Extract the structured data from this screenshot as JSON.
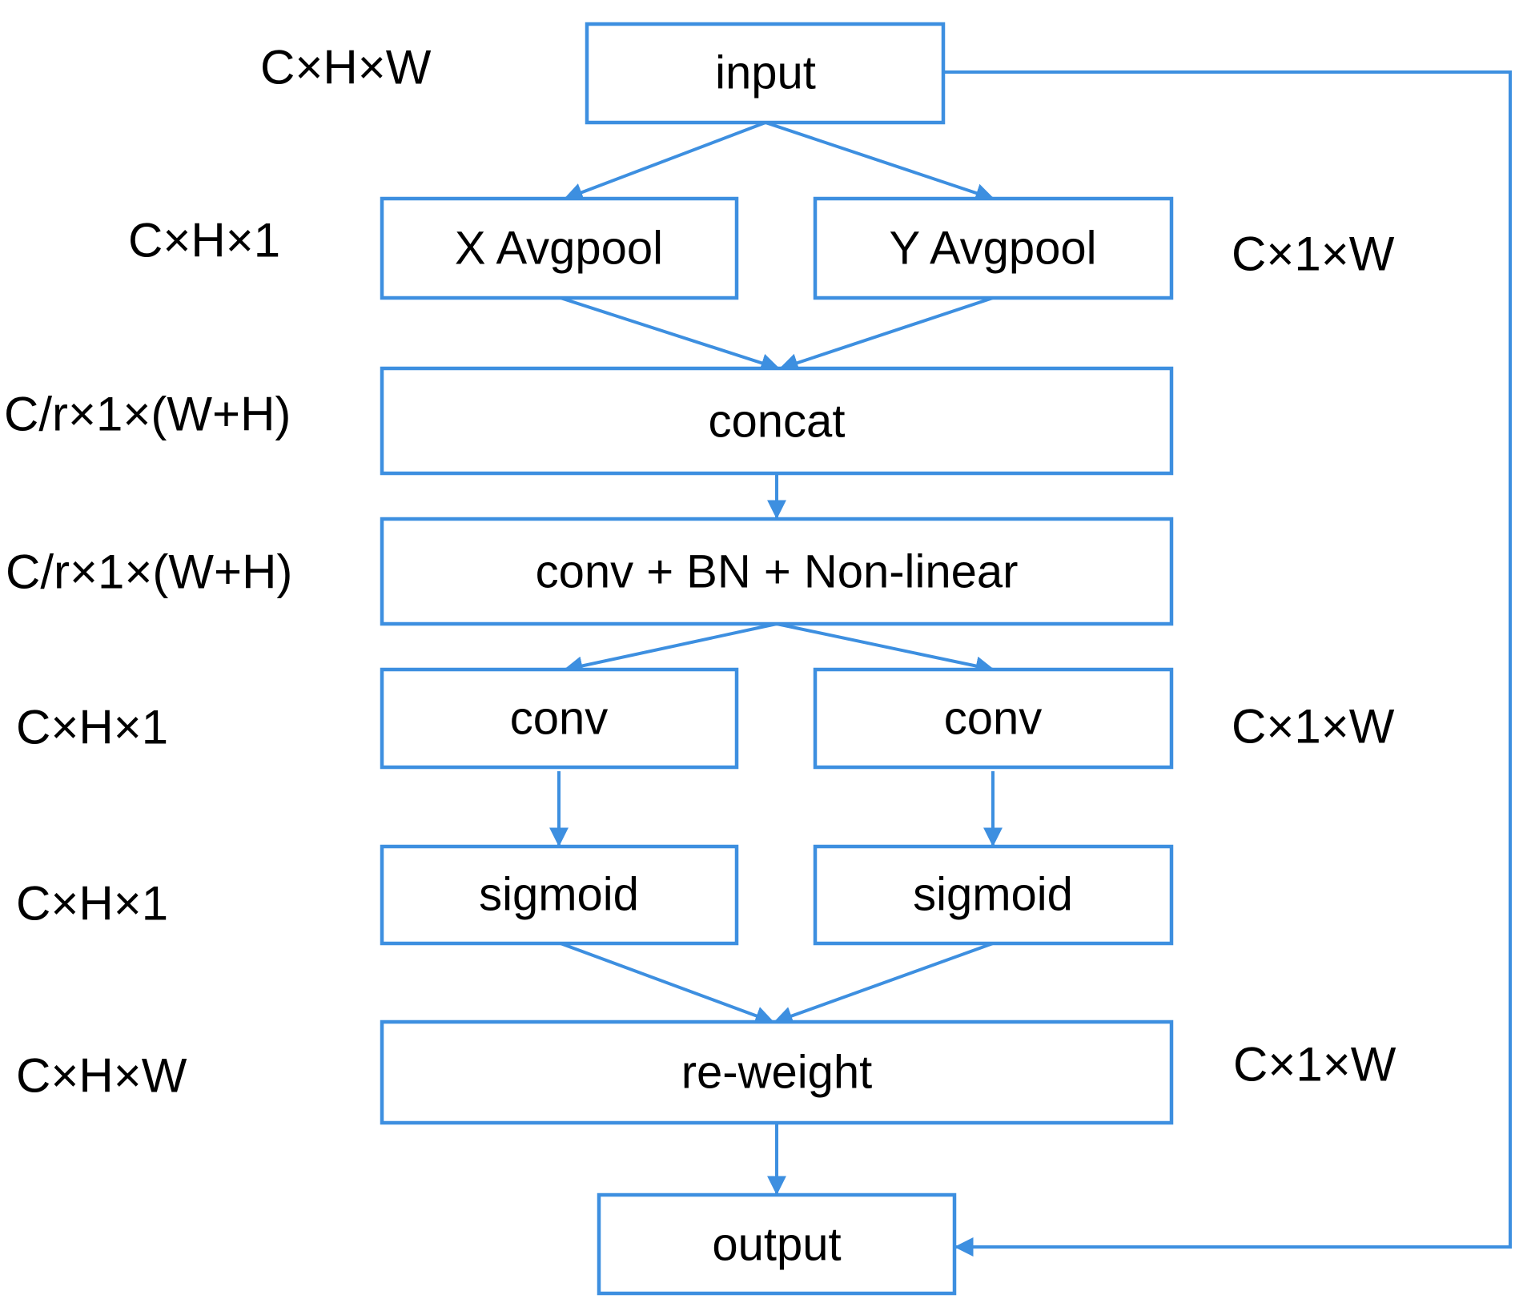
{
  "colors": {
    "stroke": "#3d8fe0",
    "text": "#000000",
    "background": "#ffffff"
  },
  "nodes": {
    "input": "input",
    "x_avgpool": "X Avgpool",
    "y_avgpool": "Y Avgpool",
    "concat": "concat",
    "conv_bn": "conv + BN + Non-linear",
    "conv_left": "conv",
    "conv_right": "conv",
    "sigmoid_left": "sigmoid",
    "sigmoid_right": "sigmoid",
    "reweight": "re-weight",
    "output": "output"
  },
  "dims": {
    "input": "C×H×W",
    "x_avgpool": "C×H×1",
    "y_avgpool": "C×1×W",
    "concat": "C/r×1×(W+H)",
    "conv_bn": "C/r×1×(W+H)",
    "conv_left": "C×H×1",
    "conv_right": "C×1×W",
    "sigmoid_left": "C×H×1",
    "reweight_left": "C×H×W",
    "reweight_right": "C×1×W"
  }
}
